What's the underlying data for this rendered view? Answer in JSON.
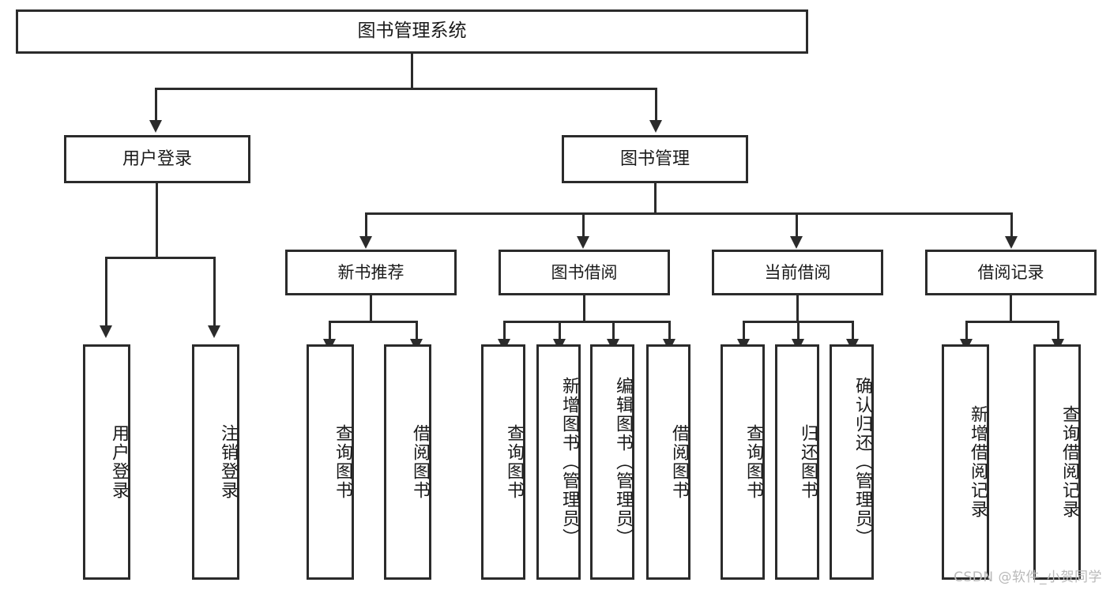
{
  "diagram": {
    "type": "tree",
    "title": "图书管理系统",
    "orientation": "top-down",
    "colors": {
      "stroke": "#2b2b2b",
      "fill": "#ffffff",
      "text": "#1a1a1a",
      "watermark": "#b9b9b9"
    },
    "root": {
      "label": "图书管理系统"
    },
    "level2": [
      {
        "label": "用户登录"
      },
      {
        "label": "图书管理"
      }
    ],
    "level3": [
      {
        "label": "新书推荐"
      },
      {
        "label": "图书借阅"
      },
      {
        "label": "当前借阅"
      },
      {
        "label": "借阅记录"
      }
    ],
    "leaves": {
      "user_login": [
        {
          "label": "用户登录"
        },
        {
          "label": "注销登录"
        }
      ],
      "new_book_recommend": [
        {
          "label": "查询图书"
        },
        {
          "label": "借阅图书"
        }
      ],
      "book_borrow": [
        {
          "label": "查询图书"
        },
        {
          "label": "新增图书（管理员）"
        },
        {
          "label": "编辑图书（管理员）"
        },
        {
          "label": "借阅图书"
        }
      ],
      "current_borrow": [
        {
          "label": "查询图书"
        },
        {
          "label": "归还图书"
        },
        {
          "label": "确认归还（管理员）"
        }
      ],
      "borrow_records": [
        {
          "label": "新增借阅记录"
        },
        {
          "label": "查询借阅记录"
        }
      ]
    }
  },
  "watermark": {
    "text": "CSDN @软件_小贺同学"
  }
}
